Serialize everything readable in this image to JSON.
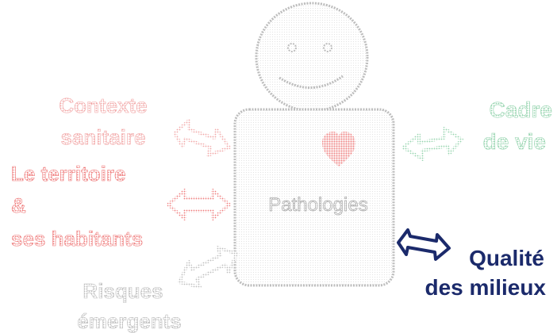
{
  "labels": {
    "contexte_line1": "Contexte",
    "contexte_line2": "sanitaire",
    "territoire_line1": "Le territoire",
    "territoire_line2": "&",
    "territoire_line3": "ses habitants",
    "risques_line1": "Risques",
    "risques_line2": "émergents",
    "cadre_line1": "Cadre",
    "cadre_line2": "de vie",
    "qualite_line1": "Qualité",
    "qualite_line2": "des milieux",
    "center": "Pathologies"
  },
  "colors": {
    "contexte": "#f2a6a6",
    "territoire": "#ef7b7b",
    "risques": "#bdbdbd",
    "cadre": "#93d3ad",
    "qualite": "#1b2a6b",
    "figure_outline": "#bdbdbd",
    "heart": "#f08c8c"
  }
}
